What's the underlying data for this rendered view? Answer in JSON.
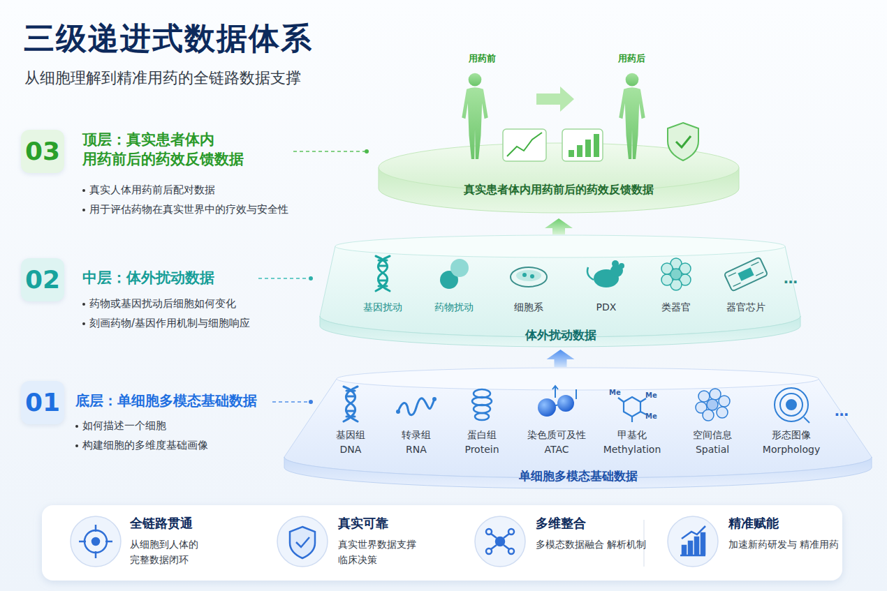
{
  "diagram": {
    "title": "三级递进式数据体系",
    "nodes": [
      {
        "text": [
          "03"
        ]
      },
      {
        "text": [
          "真实患者体内用药前后的药效反馈数据"
        ]
      },
      {
        "text": [
          "02"
        ]
      },
      {
        "text": [
          "体外扰动数据"
        ]
      },
      {
        "text": [
          "01"
        ]
      },
      {
        "text": [
          "单细胞多模态基础数据"
        ]
      },
      {
        "text": [
          "全链路贯通",
          "从细胞到人体的 完整数据闭环"
        ]
      },
      {
        "text": [
          "真实可靠",
          "真实世界数据支撑 临床决策"
        ]
      },
      {
        "text": [
          "多维整合",
          "多模态数据融合 解析机制"
        ]
      },
      {
        "text": [
          "精准赋能",
          "加速新药研发与 精准用药"
        ]
      }
    ],
    "edges": [
      {
        "from": 5,
        "to": 3,
        "arrow": "to"
      },
      {
        "from": 3,
        "to": 1,
        "arrow": "to"
      }
    ],
    "labels": [
      "从细胞理解到精准用药的全链路数据支撑",
      "顶层：真实患者体内 用药前后的药效反馈数据",
      "真实人体用药前后配对数据",
      "用于评估药物在真实世界中的疗效与安全性",
      "中层：体外扰动数据",
      "药物或基因扰动后细胞如何变化",
      "刻画药物/基因作用机制与细胞响应",
      "底层：单细胞多模态基础数据",
      "如何描述一个细胞",
      "构建细胞的多维度基础画像",
      "用药前",
      "用药后",
      "基因扰动",
      "药物扰动",
      "细胞系",
      "PDX",
      "类器官",
      "器官芯片",
      "…",
      "基因组",
      "DNA",
      "转录组",
      "RNA",
      "蛋白组",
      "Protein",
      "染色质可及性",
      "ATAC",
      "甲基化",
      "Methylation",
      "空间信息",
      "Spatial",
      "形态图像",
      "Morphology",
      "…",
      "Me",
      "Me",
      "Me"
    ]
  }
}
